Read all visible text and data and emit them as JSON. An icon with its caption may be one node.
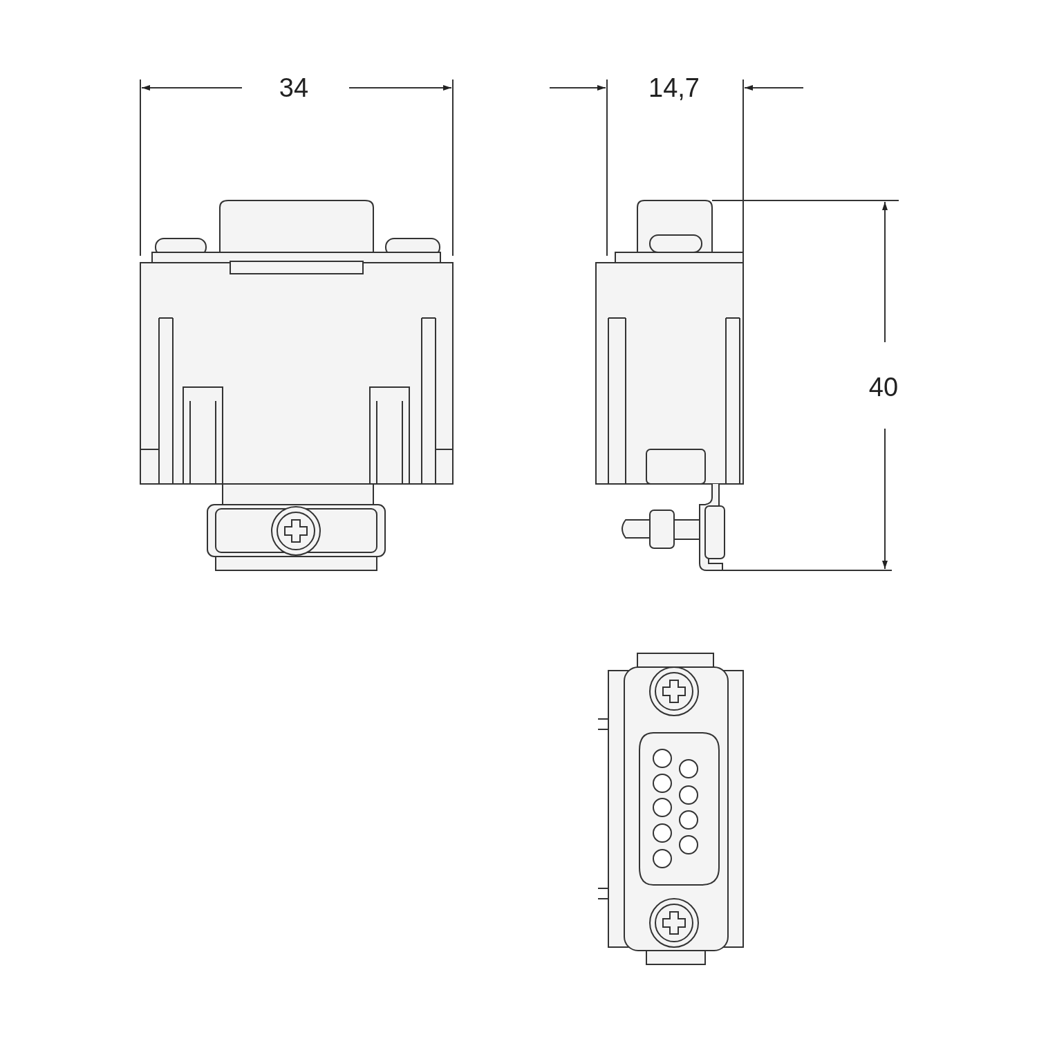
{
  "diagram": {
    "labels": [
      "34",
      "14,7",
      "40"
    ]
  }
}
